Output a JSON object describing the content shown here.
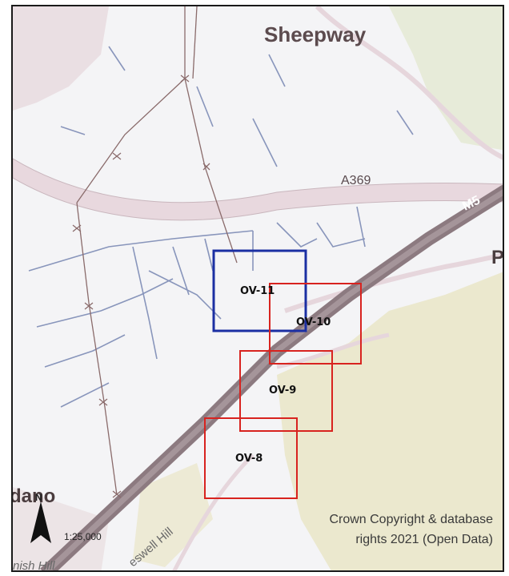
{
  "map": {
    "places": {
      "sheepway": "Sheepway",
      "portishead_partial": "P",
      "left_partial": "dano",
      "bottom_partial": "nish Hill"
    },
    "roads": {
      "a369": "A369",
      "m5": "M5",
      "lane": "eswell Hill"
    },
    "grid_boxes": [
      {
        "id": "OV-11",
        "color": "#1b2fa3"
      },
      {
        "id": "OV-10",
        "color": "#d8231f"
      },
      {
        "id": "OV-9",
        "color": "#d8231f"
      },
      {
        "id": "OV-8",
        "color": "#d8231f"
      }
    ],
    "north_arrow_label": "N",
    "scale": "1:25,000",
    "copyright_line1": "Crown Copyright & database",
    "copyright_line2": "rights 2021 (Open Data)",
    "colors": {
      "motorway": "#8c7a80",
      "a_road": "#e8d8de",
      "streams": "#7d8bb5",
      "woodland": "#e6e2c2",
      "powerline": "#8a6b6b"
    }
  }
}
